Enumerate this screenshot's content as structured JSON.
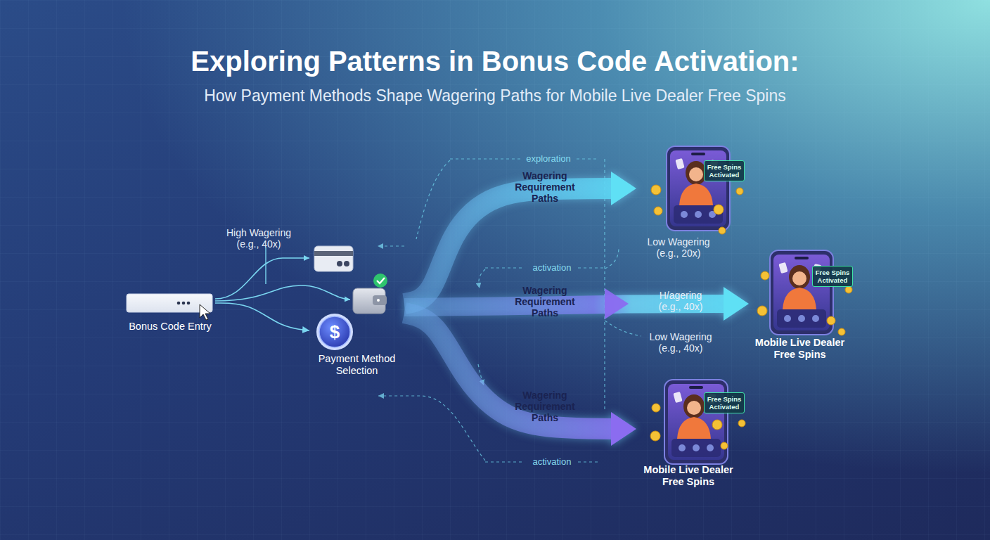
{
  "diagram": {
    "title": "Exploring Patterns in Bonus Code Activation:",
    "nodes": [
      {
        "text": [
          "Bonus Code Entry"
        ]
      },
      {
        "text": [
          "$",
          "Payment Method Selection"
        ]
      },
      {
        "text": [
          "Free Spins Activated"
        ]
      },
      {
        "text": [
          "Free Spins Activated",
          "Mobile Live Dealer Free Spins"
        ]
      },
      {
        "text": [
          "Free Spins Activated",
          "Mobile Live Dealer Free Spins"
        ]
      }
    ],
    "edges": [
      {
        "from": 0,
        "to": 1,
        "arrow": "to"
      },
      {
        "from": 1,
        "to": 2,
        "label": "Wagering Requirement Paths",
        "arrow": "to"
      },
      {
        "from": 1,
        "to": 3,
        "label": "Wagering Requirement Paths",
        "arrow": "to"
      },
      {
        "from": 1,
        "to": 4,
        "label": "Wagering Requirement Paths",
        "arrow": "to"
      }
    ],
    "labels": [
      "How Payment Methods Shape Wagering Paths for Mobile Live Dealer Free Spins",
      "High Wagering (e.g., 40x)",
      "exploration",
      "activation",
      "Low Wagering (e.g., 20x)",
      "H/agering (e.g., 40x)",
      "Low Wagering (e.g., 40x)",
      "activation"
    ]
  }
}
